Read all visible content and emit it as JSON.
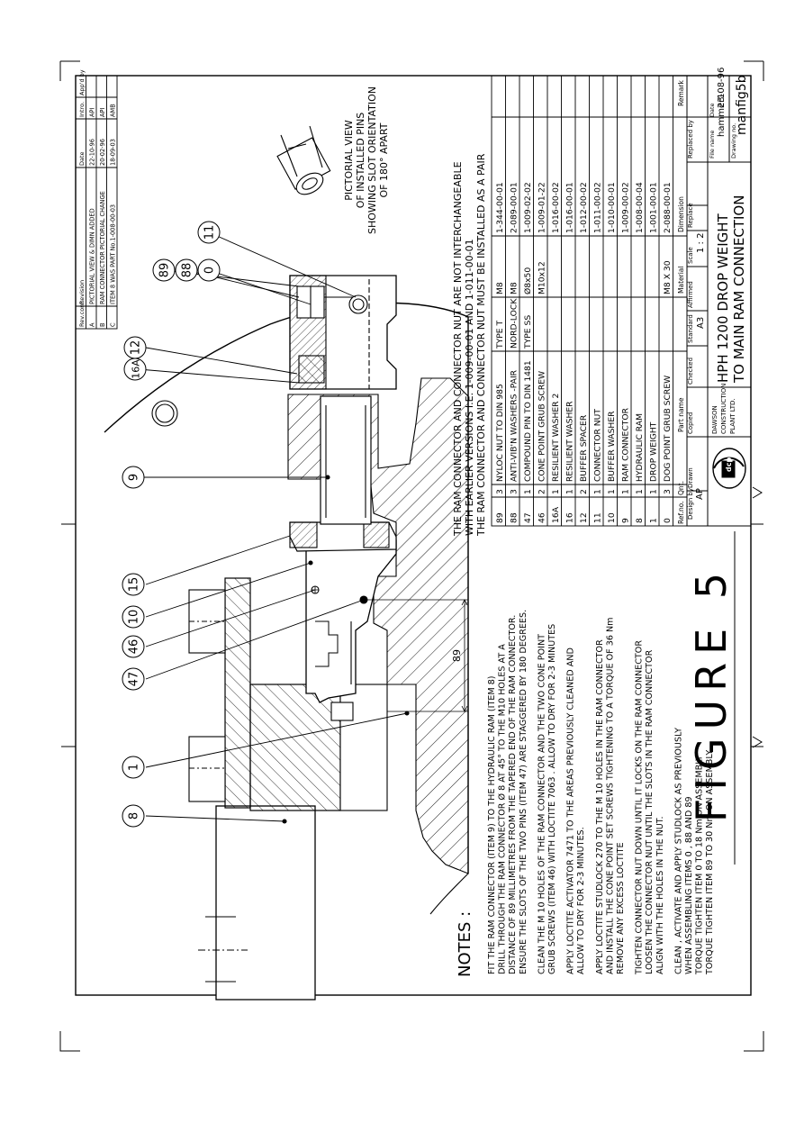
{
  "revision_table": {
    "headers": [
      "Rev.cont.",
      "Revision",
      "Date",
      "Intro.",
      "App'd by"
    ],
    "rows": [
      [
        "A",
        "PICTORIAL VIEW & DIMN ADDED",
        "22-10-96",
        "API",
        ""
      ],
      [
        "B",
        "RAM CONNECTOR PICTORIAL CHANGE",
        "20-02-96",
        "API",
        ""
      ],
      [
        "C",
        "ITEM 8 WAS PART No.1-008-00-03",
        "18-09-03",
        "AMB",
        ""
      ]
    ]
  },
  "parts_warning": [
    "THE RAM CONNECTOR AND CONNECTOR NUT ARE NOT INTERCHANGEABLE",
    "WITH EARLIER VERSIONS I.E. 1-009-00-01 AND 1-011-00-01",
    "THE RAM CONNECTOR AND CONNECTOR NUT MUST BE INSTALLED AS A PAIR"
  ],
  "parts_list": {
    "headers": [
      "Ref.no.",
      "Qnt.",
      "Part name",
      "Material",
      "Dimension",
      "Remark"
    ],
    "rows": [
      [
        "89",
        "3",
        "NYLOC NUT TO DIN 985",
        "TYPE T",
        "M8",
        "1-344-00-01"
      ],
      [
        "88",
        "3",
        "ANTI-VIB'N WASHERS -PAIR",
        "NORD-LOCK",
        "M8",
        "2-089-00-01"
      ],
      [
        "47",
        "1",
        "COMPOUND PIN TO DIN 1481",
        "TYPE SS",
        "Ø8x50",
        "1-009-02-02"
      ],
      [
        "46",
        "2",
        "CONE POINT GRUB SCREW",
        "",
        "M10x12",
        "1-009-01-22"
      ],
      [
        "16A",
        "1",
        "RESILIENT WASHER 2",
        "",
        "",
        "1-016-00-02"
      ],
      [
        "16",
        "1",
        "RESILIENT WASHER",
        "",
        "",
        "1-016-00-01"
      ],
      [
        "12",
        "2",
        "BUFFER SPACER",
        "",
        "",
        "1-012-00-02"
      ],
      [
        "11",
        "1",
        "CONNECTOR NUT",
        "",
        "",
        "1-011-00-02"
      ],
      [
        "10",
        "1",
        "BUFFER WASHER",
        "",
        "",
        "1-010-00-01"
      ],
      [
        "9",
        "1",
        "RAM CONNECTOR",
        "",
        "",
        "1-009-00-02"
      ],
      [
        "8",
        "1",
        "HYDRAULIC RAM",
        "",
        "",
        "1-008-00-04"
      ],
      [
        "1",
        "1",
        "DROP WEIGHT",
        "",
        "",
        "1-001-00-01"
      ],
      [
        "0",
        "3",
        "DOG POINT GRUB SCREW",
        "",
        "M8 X 30",
        "2-088-00-01"
      ]
    ]
  },
  "title_block": {
    "design_by_label": "Design by",
    "design_by": "AP",
    "drawn_label": "Drawn",
    "copied_label": "Copied",
    "checked_label": "Checked",
    "standard_label": "Standard",
    "standard": "A3",
    "affirmed_label": "Affirmed",
    "scale_label": "Scale",
    "scale": "1 : 2",
    "replace_label": "Replace",
    "replaced_by_label": "Replaced by",
    "company_line1": "DAWSON",
    "company_line2": "CONSTRUCTION",
    "company_line3": "PLANT LTD.",
    "logo_text": "dcp",
    "title_line1": "HPH 1200 DROP WEIGHT",
    "title_line2": "TO MAIN RAM CONNECTION",
    "file_name_label": "File name",
    "file_name": "hammer1",
    "drawing_no_label": "Drawing no.",
    "drawing_no": "manfig5b",
    "date_label": "Date",
    "date": "23-08-96"
  },
  "figure_label": "FIGURE 5",
  "pictorial_caption": [
    "PICTORIAL VIEW",
    "OF INSTALLED PINS",
    "SHOWING SLOT ORIENTATION",
    "OF 180° APART"
  ],
  "notes": {
    "heading": "NOTES :",
    "paragraphs": [
      [
        "FIT THE RAM CONNECTOR (ITEM 9) TO THE HYDRAULIC RAM (ITEM 8)",
        "DRILL THROUGH THE RAM CONNECTOR Ø 8 AT 45° TO THE M10 HOLES AT A",
        "DISTANCE OF 89 MILLIMETRES FROM THE TAPERED END OF THE RAM CONNECTOR.",
        "ENSURE THE SLOTS OF THE TWO PINS (ITEM 47) ARE STAGGERED BY 180 DEGREES."
      ],
      [
        "CLEAN THE M 10 HOLES OF THE RAM CONNECTOR AND THE TWO CONE POINT",
        "GRUB SCREWS (ITEM 46) WITH LOCTITE 7063 . ALLOW TO DRY FOR 2-3 MINUTES"
      ],
      [
        "APPLY LOCTITE ACTIVATOR 7471 TO THE AREAS PREVIOUSLY CLEANED AND",
        "ALLOW TO DRY FOR 2-3 MINUTES."
      ],
      [
        "APPLY LOCTITE STUDLOCK 270 TO THE M 10 HOLES IN THE RAM CONNECTOR",
        "AND INSTALL THE CONE POINT SET SCREWS TIGHTENING TO A TORQUE OF 36 Nm",
        "REMOVE ANY EXCESS LOCTITE"
      ],
      [
        "TIGHTEN CONNECTOR NUT DOWN UNTIL IT LOCKS ON THE RAM CONNECTOR",
        "LOOSEN THE CONNECTOR NUT UNTIL THE SLOTS IN THE RAM CONNECTOR",
        "ALIGN WITH THE HOLES IN THE NUT."
      ],
      [
        "CLEAN , ACTIVATE AND APPLY STUDLOCK AS PREVIOUSLY",
        "WHEN ASSEMBLING ITEMS 0 , 88 AND 89",
        "TORQUE TIGHTEN ITEM 0 TO 18 Nm ON ASSEMBLY",
        "TORQUE TIGHTEN ITEM 89 TO 30 Nm ON ASSEMBLY"
      ]
    ]
  },
  "balloons": [
    "11",
    "0",
    "88",
    "89",
    "12",
    "16A",
    "9",
    "15",
    "10",
    "46",
    "47",
    "1",
    "8"
  ],
  "dimension_value": "89"
}
